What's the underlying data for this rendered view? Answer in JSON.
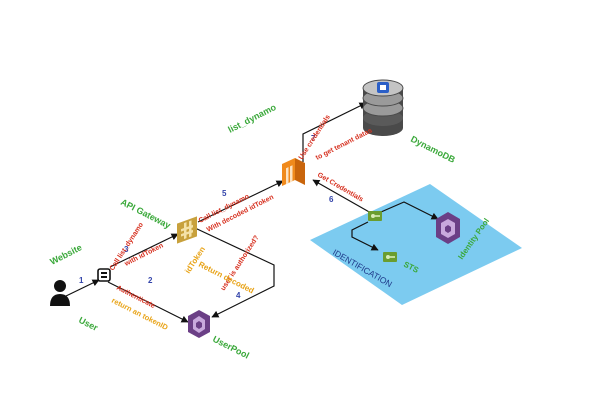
{
  "colors": {
    "green": "#3aa83a",
    "red": "#d7301f",
    "orange": "#e8a317",
    "blue_number": "#3344aa",
    "identification_panel": "#7ccbf0",
    "lambda": "#f08a1c",
    "api_gateway": "#c8a13c",
    "cognito": "#6b3f86"
  },
  "nodes": {
    "website": "Website",
    "user": "User",
    "api_gateway": "API Gateway",
    "lambda": "list_dynamo",
    "dynamodb": "DynamoDB",
    "userpool": "UserPool",
    "identity_pool": "Identity Pool",
    "sts": "STS",
    "identification": "IDENTIFICATION"
  },
  "edges": {
    "n1": "1",
    "n2": "2",
    "n3": "3",
    "n4": "4",
    "n5": "5",
    "n6": "6",
    "n7": "7",
    "authenticate": "Authenticate",
    "return_token": "return an tokenID",
    "call_list_dynamo": "Call list_dynamo",
    "with_idtoken": "with idToken",
    "is_authorized": "user is authorized?",
    "return_decoded_1": "Return decoded",
    "return_decoded_2": "idToken",
    "call_list_dynamo_5": "Call list_dynamo",
    "with_decoded": "With decoded idToken",
    "get_credentials": "Get Credentials",
    "use_credentials": "Use credentials",
    "get_tenant_data": "to get tenant datas"
  },
  "icons": {
    "user": "user-icon",
    "website": "website-icon",
    "api_gateway": "api-gateway-icon",
    "lambda": "lambda-icon",
    "dynamodb": "dynamodb-icon",
    "userpool": "cognito-userpool-icon",
    "identity_pool": "cognito-identity-pool-icon",
    "sts": "sts-key-icon"
  }
}
